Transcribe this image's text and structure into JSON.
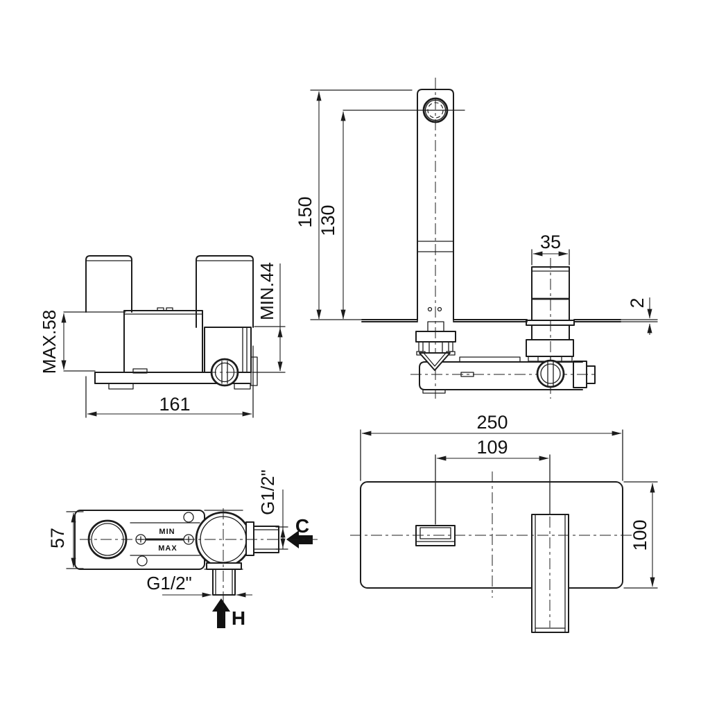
{
  "meta": {
    "background_color": "#ffffff",
    "line_color": "#1c1c1c",
    "drawing_type": "faucet installation technical drawing"
  },
  "views": {
    "trim_front": {
      "dims": {
        "height_total": "150",
        "spout_height": "130",
        "handle_width": "35",
        "plate_thickness": "2"
      }
    },
    "rough_side": {
      "dims": {
        "depth_max": "MAX.58",
        "depth_min": "MIN.44",
        "body_width": "161"
      }
    },
    "rough_top": {
      "dims": {
        "body_depth": "57",
        "cold_thread": "G1/2\"",
        "hot_thread": "G1/2\""
      },
      "labels": {
        "cold": "C",
        "hot": "H",
        "min": "MIN",
        "max": "MAX"
      }
    },
    "plate_front": {
      "dims": {
        "plate_width": "250",
        "spout_offset": "109",
        "plate_height": "100"
      }
    }
  }
}
